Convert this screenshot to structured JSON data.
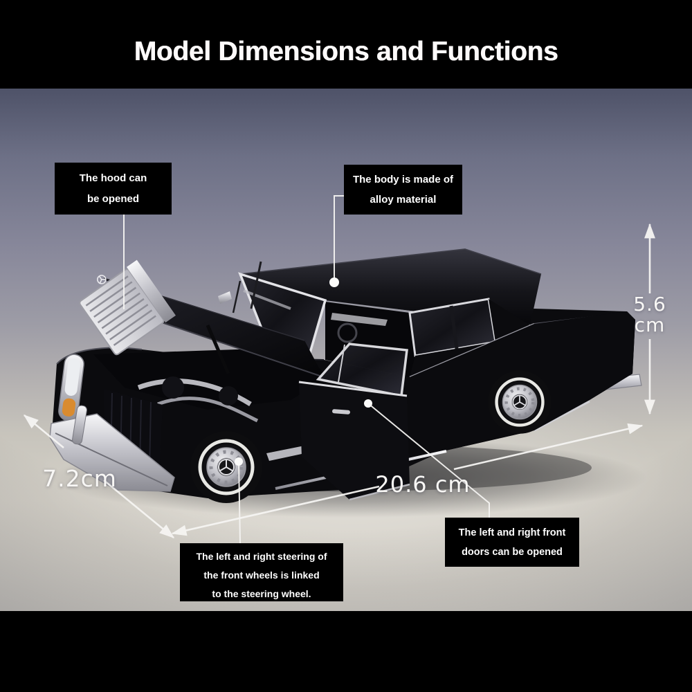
{
  "header": {
    "title": "Model Dimensions and Functions"
  },
  "callouts": {
    "hood": {
      "lines": [
        "The hood can",
        "be opened"
      ]
    },
    "body": {
      "lines": [
        "The body is made of",
        "alloy material"
      ]
    },
    "doors": {
      "lines": [
        "The left and right front",
        "doors can be opened"
      ]
    },
    "steering": {
      "lines": [
        "The left and right steering of",
        "the front wheels is linked",
        "to the steering wheel."
      ]
    }
  },
  "dimensions": {
    "height": {
      "value": "5.6",
      "unit": "cm"
    },
    "width": {
      "label": "7.2cm"
    },
    "length": {
      "label": "20.6 cm"
    }
  },
  "colors": {
    "header_bg": "#000000",
    "header_text": "#fdfafa",
    "callout_bg": "#000000",
    "callout_text": "#ffffff",
    "annotation_white": "#f6f5f3",
    "backdrop_top": "#4e5268",
    "backdrop_mid": "#9d9ca6",
    "floor": "#d9d5cc",
    "car_body": "#0b0b0e",
    "chrome": "#d9d9de",
    "signal_amber": "#d98b2f",
    "footer_bg": "#000000"
  }
}
